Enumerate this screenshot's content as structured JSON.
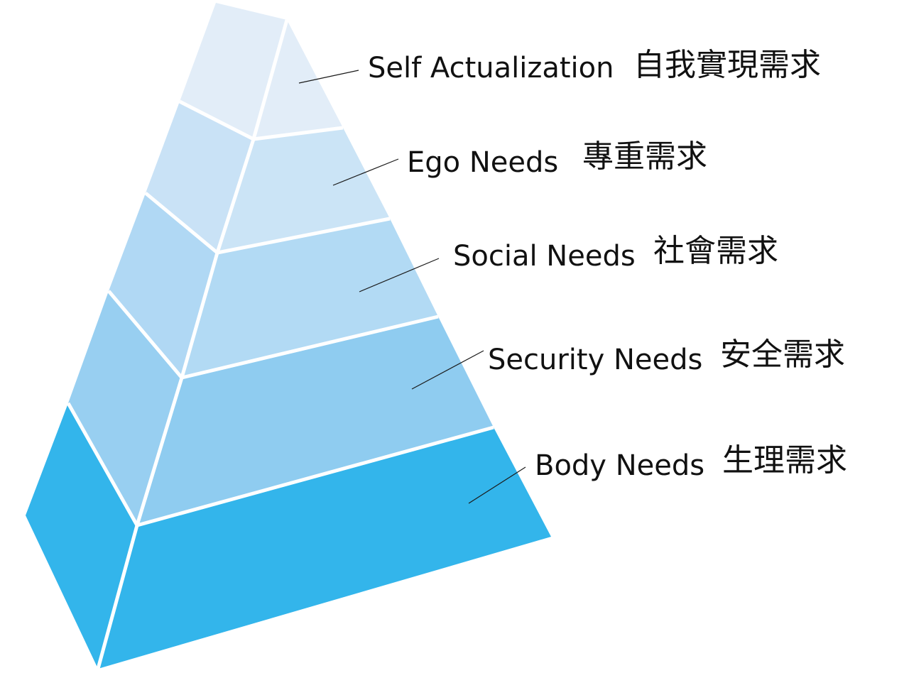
{
  "levels": [
    {
      "label": "Self Actualization",
      "label_zh": "自我實現需求",
      "color_front": "#e2edf8",
      "color_side": "#e2edf8"
    },
    {
      "label": "Ego Needs",
      "label_zh": "專重需求",
      "color_front": "#cbe4f6",
      "color_side": "#c9e2f6"
    },
    {
      "label": "Social Needs",
      "label_zh": "社會需求",
      "color_front": "#b2daf4",
      "color_side": "#b0d8f4"
    },
    {
      "label": "Security Needs",
      "label_zh": "安全需求",
      "color_front": "#8fccf0",
      "color_side": "#98cff1"
    },
    {
      "label": "Body Needs",
      "label_zh": "生理需求",
      "color_front": "#33b5eb",
      "color_side": "#33b5eb"
    }
  ]
}
